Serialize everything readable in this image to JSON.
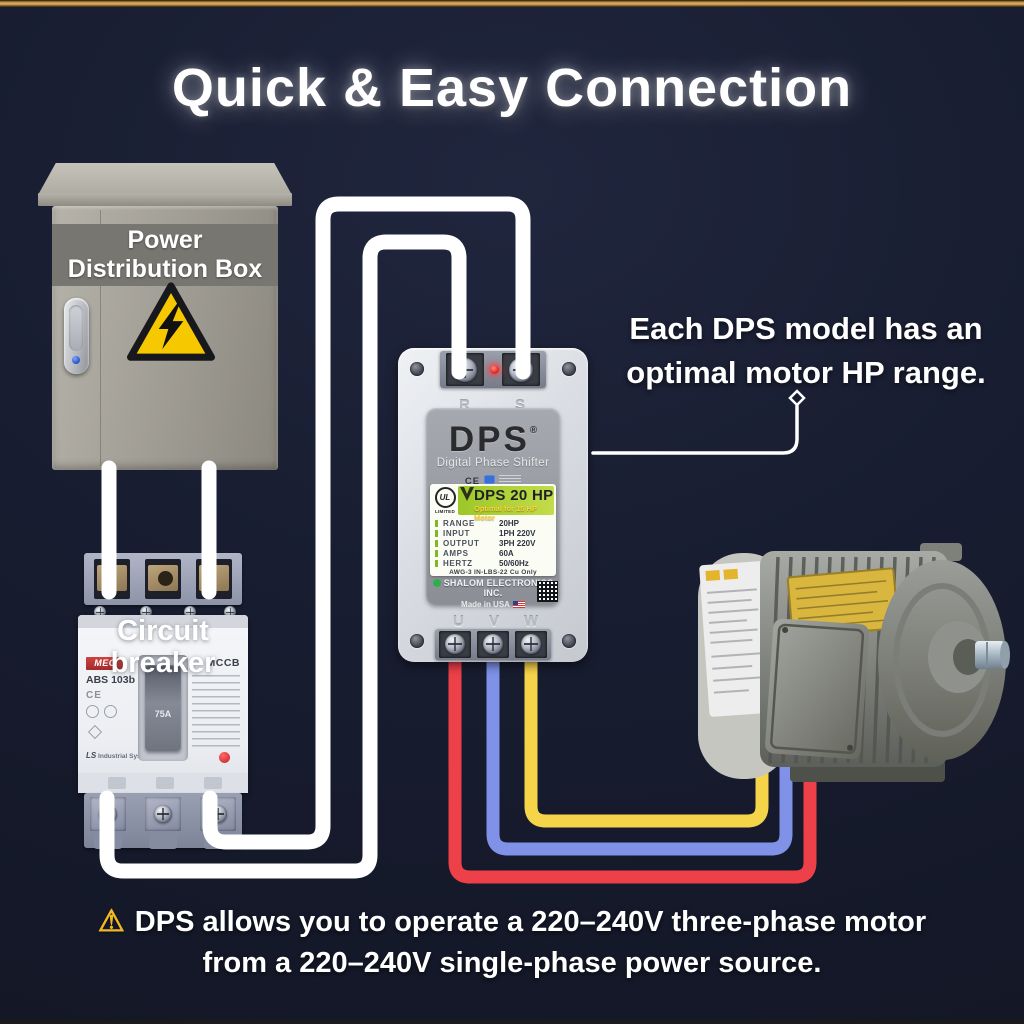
{
  "title": "Quick & Easy Connection",
  "power_box": {
    "name_line1": "Power",
    "name_line2": "Distribution Box"
  },
  "breaker": {
    "overlay_line1": "Circuit",
    "overlay_line2": "breaker",
    "brand": "MEC",
    "model": "ABS 103b",
    "ce_mark": "CE",
    "type_label": "MCCB",
    "rating": "75A",
    "maker": "Industrial Systems",
    "maker_logo": "LS"
  },
  "dps": {
    "logo": "DPS",
    "reg": "®",
    "tagline": "Digital Phase Shifter",
    "ce_mark": "CE",
    "ul_mark": "UL",
    "ul_sub": "LIMITED",
    "model": "DPS 20 HP",
    "optimal": "Optimal for 15 HP Motor",
    "specs": [
      {
        "label": "RANGE",
        "value": "20HP"
      },
      {
        "label": "INPUT",
        "value": "1PH 220V"
      },
      {
        "label": "OUTPUT",
        "value": "3PH 220V"
      },
      {
        "label": "AMPS",
        "value": "60A"
      },
      {
        "label": "HERTZ",
        "value": "50/60Hz"
      }
    ],
    "footnote": "AWG-3   IN-LBS-22   Cu Only",
    "company": "SHALOM ELECTRONICS INC.",
    "origin": "Made in USA",
    "top_terminals": [
      "R",
      "S"
    ],
    "bottom_terminals": [
      "U",
      "V",
      "W"
    ]
  },
  "annotation": {
    "line1": "Each DPS model has an",
    "line2": "optimal motor HP range."
  },
  "caption": {
    "icon": "⚠",
    "line1": "DPS allows you to operate a 220–240V three-phase motor",
    "line2": "from a 220–240V single-phase power source."
  },
  "colors": {
    "background": "#181d31",
    "gold_border": "#c8963c",
    "input_cable": "#ffffff",
    "phase_u": "#ee4048",
    "phase_v": "#7f92e8",
    "phase_w": "#f6d44a",
    "hazard_yellow": "#f6c800",
    "dps_banner_green": "#b5d338"
  }
}
